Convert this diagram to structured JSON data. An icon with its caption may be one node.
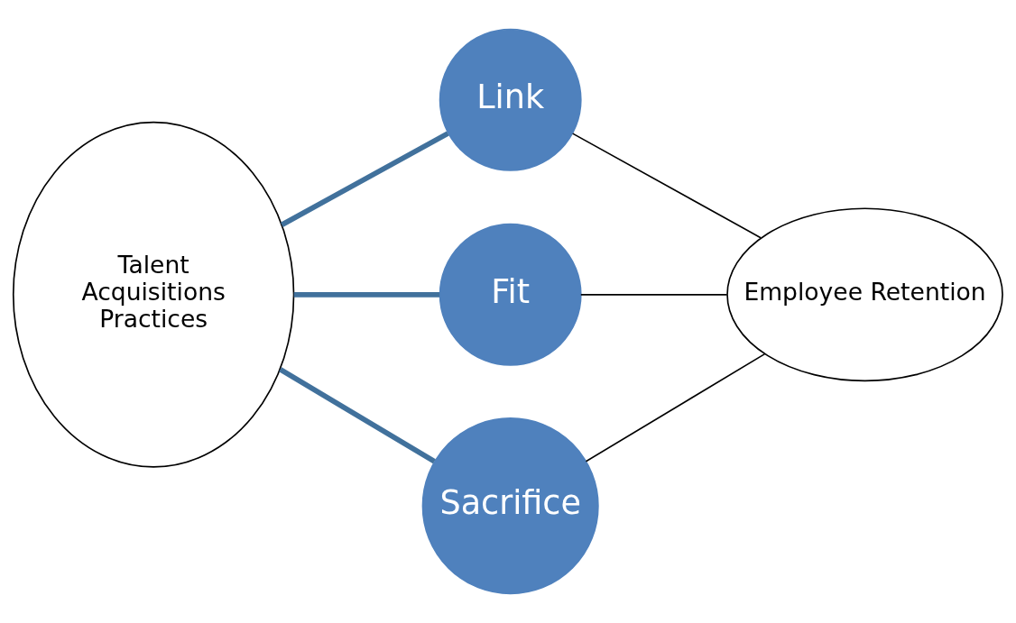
{
  "diagram": {
    "nodes": [
      {
        "text": [
          "Talent Acquisitions Practices"
        ]
      },
      {
        "text": [
          "Link"
        ]
      },
      {
        "text": [
          "Fit"
        ]
      },
      {
        "text": [
          "Sacrifice"
        ]
      },
      {
        "text": [
          "Employee Retention"
        ]
      }
    ],
    "edges": [
      {
        "from": 0,
        "to": 1,
        "arrow": "none",
        "style": "thick",
        "color": "#41719c"
      },
      {
        "from": 0,
        "to": 2,
        "arrow": "none",
        "style": "thick",
        "color": "#41719c"
      },
      {
        "from": 0,
        "to": 3,
        "arrow": "none",
        "style": "thick",
        "color": "#41719c"
      },
      {
        "from": 1,
        "to": 4,
        "arrow": "none",
        "color": "#000000"
      },
      {
        "from": 2,
        "to": 4,
        "arrow": "none",
        "color": "#000000"
      },
      {
        "from": 3,
        "to": 4,
        "arrow": "none",
        "color": "#000000"
      }
    ]
  }
}
